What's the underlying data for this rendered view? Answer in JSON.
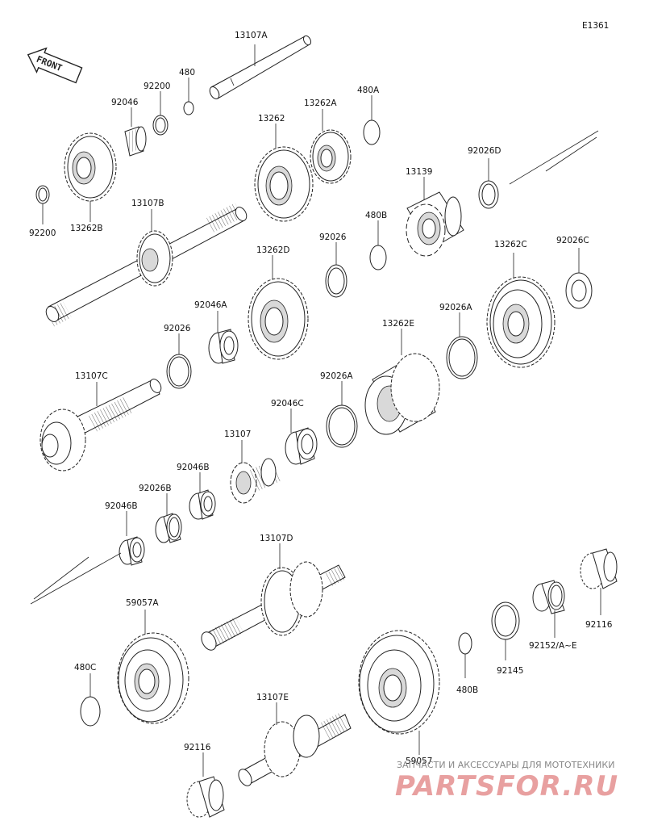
{
  "diagram_code": "E1361",
  "front_label": "FRONT",
  "watermark": {
    "tagline": "ЗАПЧАСТИ И АКСЕССУАРЫ ДЛЯ МОТОТЕХНИКИ",
    "brand": "PARTSFOR.RU"
  },
  "parts": {
    "p13107A": "13107A",
    "p480_top": "480",
    "p92200_top": "92200",
    "p92046_top": "92046",
    "p92200_left": "92200",
    "p13262B": "13262B",
    "p13107B": "13107B",
    "p13262": "13262",
    "p13262A": "13262A",
    "p480A": "480A",
    "p13139": "13139",
    "p92026D": "92026D",
    "p480B_top": "480B",
    "p92026_mid": "92026",
    "p13262D": "13262D",
    "p13262C": "13262C",
    "p92026C": "92026C",
    "p92046A": "92046A",
    "p92026_left": "92026",
    "p92026A_right": "92026A",
    "p13262E": "13262E",
    "p13107C": "13107C",
    "p92046C": "92046C",
    "p92026A_mid": "92026A",
    "p13107": "13107",
    "p92046B_a": "92046B",
    "p92026B": "92026B",
    "p92046B_b": "92046B",
    "p13107D": "13107D",
    "p59057A": "59057A",
    "p92116_right": "92116",
    "p92152": "92152/A~E",
    "p92145": "92145",
    "p480B_bot": "480B",
    "p480C": "480C",
    "p13107E": "13107E",
    "p59057": "59057",
    "p92116_bot": "92116"
  }
}
